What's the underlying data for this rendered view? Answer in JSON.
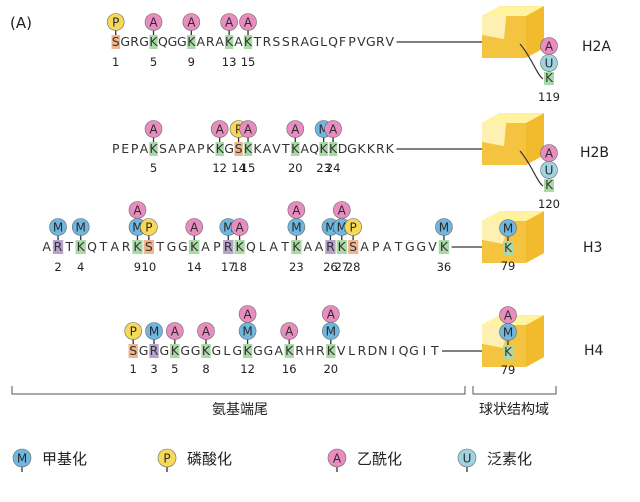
{
  "panel_label": "(A)",
  "colors": {
    "methyl": "#6fb7e0",
    "phospho": "#f7d95a",
    "acetyl": "#e98cbf",
    "ubiquitin": "#9fd3df",
    "highlight_green": "#a9d9a6",
    "highlight_orange": "#f0b48e",
    "highlight_purple": "#b5a3cc",
    "globule_face": "#fff3a0",
    "globule_side": "#f4c440"
  },
  "histones": [
    {
      "id": "H2A",
      "label": "H2A",
      "sequence": "SGRGKQGGKARAKAKTRSSRAGLQFPVGRV",
      "residue_hl": [
        {
          "index": 0,
          "kind": "orange"
        },
        {
          "index": 4,
          "kind": "green"
        },
        {
          "index": 8,
          "kind": "green"
        },
        {
          "index": 12,
          "kind": "green"
        },
        {
          "index": 14,
          "kind": "green"
        }
      ],
      "mods": [
        {
          "index": 0,
          "stack": [
            "P"
          ]
        },
        {
          "index": 4,
          "stack": [
            "A"
          ]
        },
        {
          "index": 8,
          "stack": [
            "A"
          ]
        },
        {
          "index": 12,
          "stack": [
            "A"
          ]
        },
        {
          "index": 14,
          "stack": [
            "A"
          ]
        }
      ],
      "numbers": [
        {
          "index": 0,
          "text": "1"
        },
        {
          "index": 4,
          "text": "5"
        },
        {
          "index": 8,
          "text": "9"
        },
        {
          "index": 12,
          "text": "13"
        },
        {
          "index": 14,
          "text": "15"
        }
      ],
      "ctail": {
        "stack": [
          "A",
          "U"
        ],
        "residue": "K",
        "number": "119"
      }
    },
    {
      "id": "H2B",
      "label": "H2B",
      "sequence": "PEPAKSAPAPKKGSKKAVTKAQKKDGKKRK",
      "residue_hl": [
        {
          "index": 4,
          "kind": "green"
        },
        {
          "index": 11,
          "kind": "green"
        },
        {
          "index": 13,
          "kind": "orange"
        },
        {
          "index": 14,
          "kind": "green"
        },
        {
          "index": 19,
          "kind": "green"
        },
        {
          "index": 22,
          "kind": "green"
        },
        {
          "index": 23,
          "kind": "green"
        }
      ],
      "mods": [
        {
          "index": 4,
          "stack": [
            "A"
          ]
        },
        {
          "index": 11,
          "stack": [
            "A"
          ]
        },
        {
          "index": 13,
          "stack": [
            "P"
          ]
        },
        {
          "index": 14,
          "stack": [
            "A"
          ]
        },
        {
          "index": 19,
          "stack": [
            "A"
          ]
        },
        {
          "index": 22,
          "stack": [
            "M"
          ]
        },
        {
          "index": 23,
          "stack": [
            "A"
          ]
        }
      ],
      "numbers": [
        {
          "index": 4,
          "text": "5"
        },
        {
          "index": 11,
          "text": "12"
        },
        {
          "index": 13,
          "text": "14"
        },
        {
          "index": 14,
          "text": "15"
        },
        {
          "index": 19,
          "text": "20"
        },
        {
          "index": 22,
          "text": "23"
        },
        {
          "index": 23,
          "text": "24"
        }
      ],
      "ctail": {
        "stack": [
          "A",
          "U"
        ],
        "residue": "K",
        "number": "120"
      }
    },
    {
      "id": "H3",
      "label": "H3",
      "sequence": "ARTKQTARKSTGGKAPRKQLATKAARKSAPATGGVK",
      "residue_hl": [
        {
          "index": 1,
          "kind": "purple"
        },
        {
          "index": 3,
          "kind": "green"
        },
        {
          "index": 8,
          "kind": "green"
        },
        {
          "index": 9,
          "kind": "orange"
        },
        {
          "index": 13,
          "kind": "green"
        },
        {
          "index": 16,
          "kind": "purple"
        },
        {
          "index": 17,
          "kind": "green"
        },
        {
          "index": 22,
          "kind": "green"
        },
        {
          "index": 25,
          "kind": "purple"
        },
        {
          "index": 26,
          "kind": "green"
        },
        {
          "index": 27,
          "kind": "orange"
        },
        {
          "index": 35,
          "kind": "green"
        }
      ],
      "mods": [
        {
          "index": 1,
          "stack": [
            "M"
          ]
        },
        {
          "index": 3,
          "stack": [
            "M"
          ]
        },
        {
          "index": 8,
          "stack": [
            "A",
            "M"
          ]
        },
        {
          "index": 9,
          "stack": [
            "P"
          ]
        },
        {
          "index": 13,
          "stack": [
            "A"
          ]
        },
        {
          "index": 16,
          "stack": [
            "M"
          ]
        },
        {
          "index": 17,
          "stack": [
            "A"
          ]
        },
        {
          "index": 22,
          "stack": [
            "A",
            "M"
          ]
        },
        {
          "index": 25,
          "stack": [
            "M"
          ]
        },
        {
          "index": 26,
          "stack": [
            "A",
            "M"
          ]
        },
        {
          "index": 27,
          "stack": [
            "P"
          ]
        },
        {
          "index": 35,
          "stack": [
            "M"
          ]
        }
      ],
      "numbers": [
        {
          "index": 1,
          "text": "2"
        },
        {
          "index": 3,
          "text": "4"
        },
        {
          "index": 8,
          "text": "9"
        },
        {
          "index": 9,
          "text": "10"
        },
        {
          "index": 13,
          "text": "14"
        },
        {
          "index": 16,
          "text": "17"
        },
        {
          "index": 17,
          "text": "18"
        },
        {
          "index": 22,
          "text": "23"
        },
        {
          "index": 25,
          "text": "26"
        },
        {
          "index": 26,
          "text": "27"
        },
        {
          "index": 27,
          "text": "28"
        },
        {
          "index": 35,
          "text": "36"
        }
      ],
      "globular": {
        "stack": [
          "M"
        ],
        "residue": "K",
        "number": "79"
      }
    },
    {
      "id": "H4",
      "label": "H4",
      "sequence": "SGRGKGGKGLGKGGAKRHRKVLRDNIQGIT",
      "residue_hl": [
        {
          "index": 0,
          "kind": "orange"
        },
        {
          "index": 2,
          "kind": "purple"
        },
        {
          "index": 4,
          "kind": "green"
        },
        {
          "index": 7,
          "kind": "green"
        },
        {
          "index": 11,
          "kind": "green"
        },
        {
          "index": 15,
          "kind": "green"
        },
        {
          "index": 19,
          "kind": "green"
        }
      ],
      "mods": [
        {
          "index": 0,
          "stack": [
            "P"
          ]
        },
        {
          "index": 2,
          "stack": [
            "M"
          ]
        },
        {
          "index": 4,
          "stack": [
            "A"
          ]
        },
        {
          "index": 7,
          "stack": [
            "A"
          ]
        },
        {
          "index": 11,
          "stack": [
            "A",
            "M"
          ]
        },
        {
          "index": 15,
          "stack": [
            "A"
          ]
        },
        {
          "index": 19,
          "stack": [
            "A",
            "M"
          ]
        }
      ],
      "numbers": [
        {
          "index": 0,
          "text": "1"
        },
        {
          "index": 2,
          "text": "3"
        },
        {
          "index": 4,
          "text": "5"
        },
        {
          "index": 7,
          "text": "8"
        },
        {
          "index": 11,
          "text": "12"
        },
        {
          "index": 15,
          "text": "16"
        },
        {
          "index": 19,
          "text": "20"
        }
      ],
      "globular": {
        "stack": [
          "A",
          "M"
        ],
        "residue": "K",
        "number": "79"
      }
    }
  ],
  "brackets": {
    "tail_label": "氨基端尾",
    "domain_label": "球状结构域"
  },
  "legend": [
    {
      "symbol": "M",
      "label": "甲基化",
      "type": "methyl"
    },
    {
      "symbol": "P",
      "label": "磷酸化",
      "type": "phospho"
    },
    {
      "symbol": "A",
      "label": "乙酰化",
      "type": "acetyl"
    },
    {
      "symbol": "U",
      "label": "泛素化",
      "type": "ubiquitin"
    }
  ]
}
